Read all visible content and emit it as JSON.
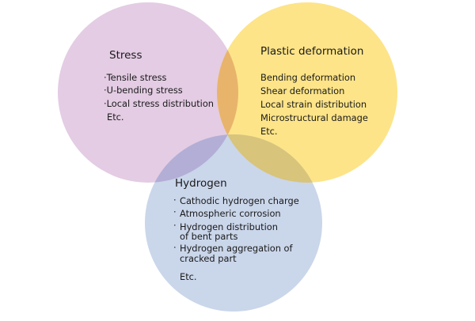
{
  "circles": {
    "stress": {
      "title": "Stress",
      "color": "#e4cce4",
      "items": [
        "Tensile stress",
        "U-bending stress",
        "Local stress distribution",
        "Etc."
      ]
    },
    "plastic": {
      "title": "Plastic deformation",
      "color": "#fde488",
      "items": [
        "Bending deformation",
        "Shear deformation",
        "Local strain distribution",
        "Microstructural damage",
        "Etc."
      ]
    },
    "hydrogen": {
      "title": "Hydrogen",
      "color": "#cad6ea",
      "items": [
        "Cathodic hydrogen charge",
        "Atmospheric corrosion",
        "Hydrogen distribution",
        "of bent parts",
        "Hydrogen aggregation of",
        "cracked part",
        "Etc."
      ]
    }
  },
  "overlap_colors": {
    "stress_plastic": "#e8b46c",
    "stress_hydrogen": "#b3aed6",
    "plastic_hydrogen": "#d8c47a",
    "center": "#c5b484"
  }
}
